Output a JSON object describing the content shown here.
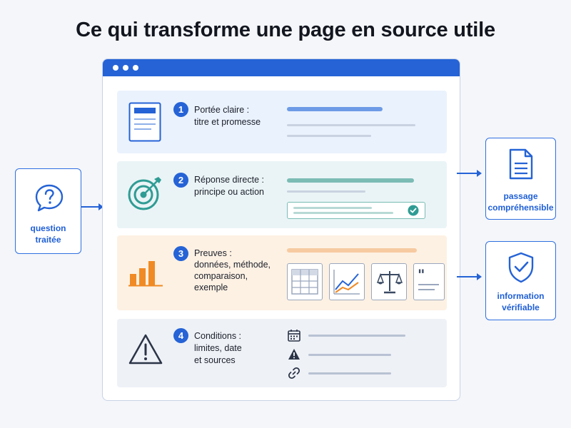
{
  "title": "Ce qui transforme une page en source utile",
  "input": {
    "label_line1": "question",
    "label_line2": "traitée",
    "icon": "question-bubble-icon"
  },
  "outputs": [
    {
      "label_line1": "passage",
      "label_line2": "compréhensible",
      "icon": "document-icon"
    },
    {
      "label_line1": "information",
      "label_line2": "vérifiable",
      "icon": "shield-check-icon"
    }
  ],
  "steps": [
    {
      "number": "1",
      "line1": "Portée claire :",
      "line2": "titre et promesse",
      "icon": "page-layout-icon"
    },
    {
      "number": "2",
      "line1": "Réponse directe :",
      "line2": "principe ou action",
      "icon": "target-icon"
    },
    {
      "number": "3",
      "line1": "Preuves :",
      "line2": "données, méthode,",
      "line3": "comparaison,",
      "line4": "exemple",
      "icon": "bar-chart-icon"
    },
    {
      "number": "4",
      "line1": "Conditions :",
      "line2": "limites, date",
      "line3": "et sources",
      "icon": "warning-icon"
    }
  ],
  "colors": {
    "accent": "#2563d6",
    "teal": "#2f9c94",
    "orange": "#f08a24"
  }
}
